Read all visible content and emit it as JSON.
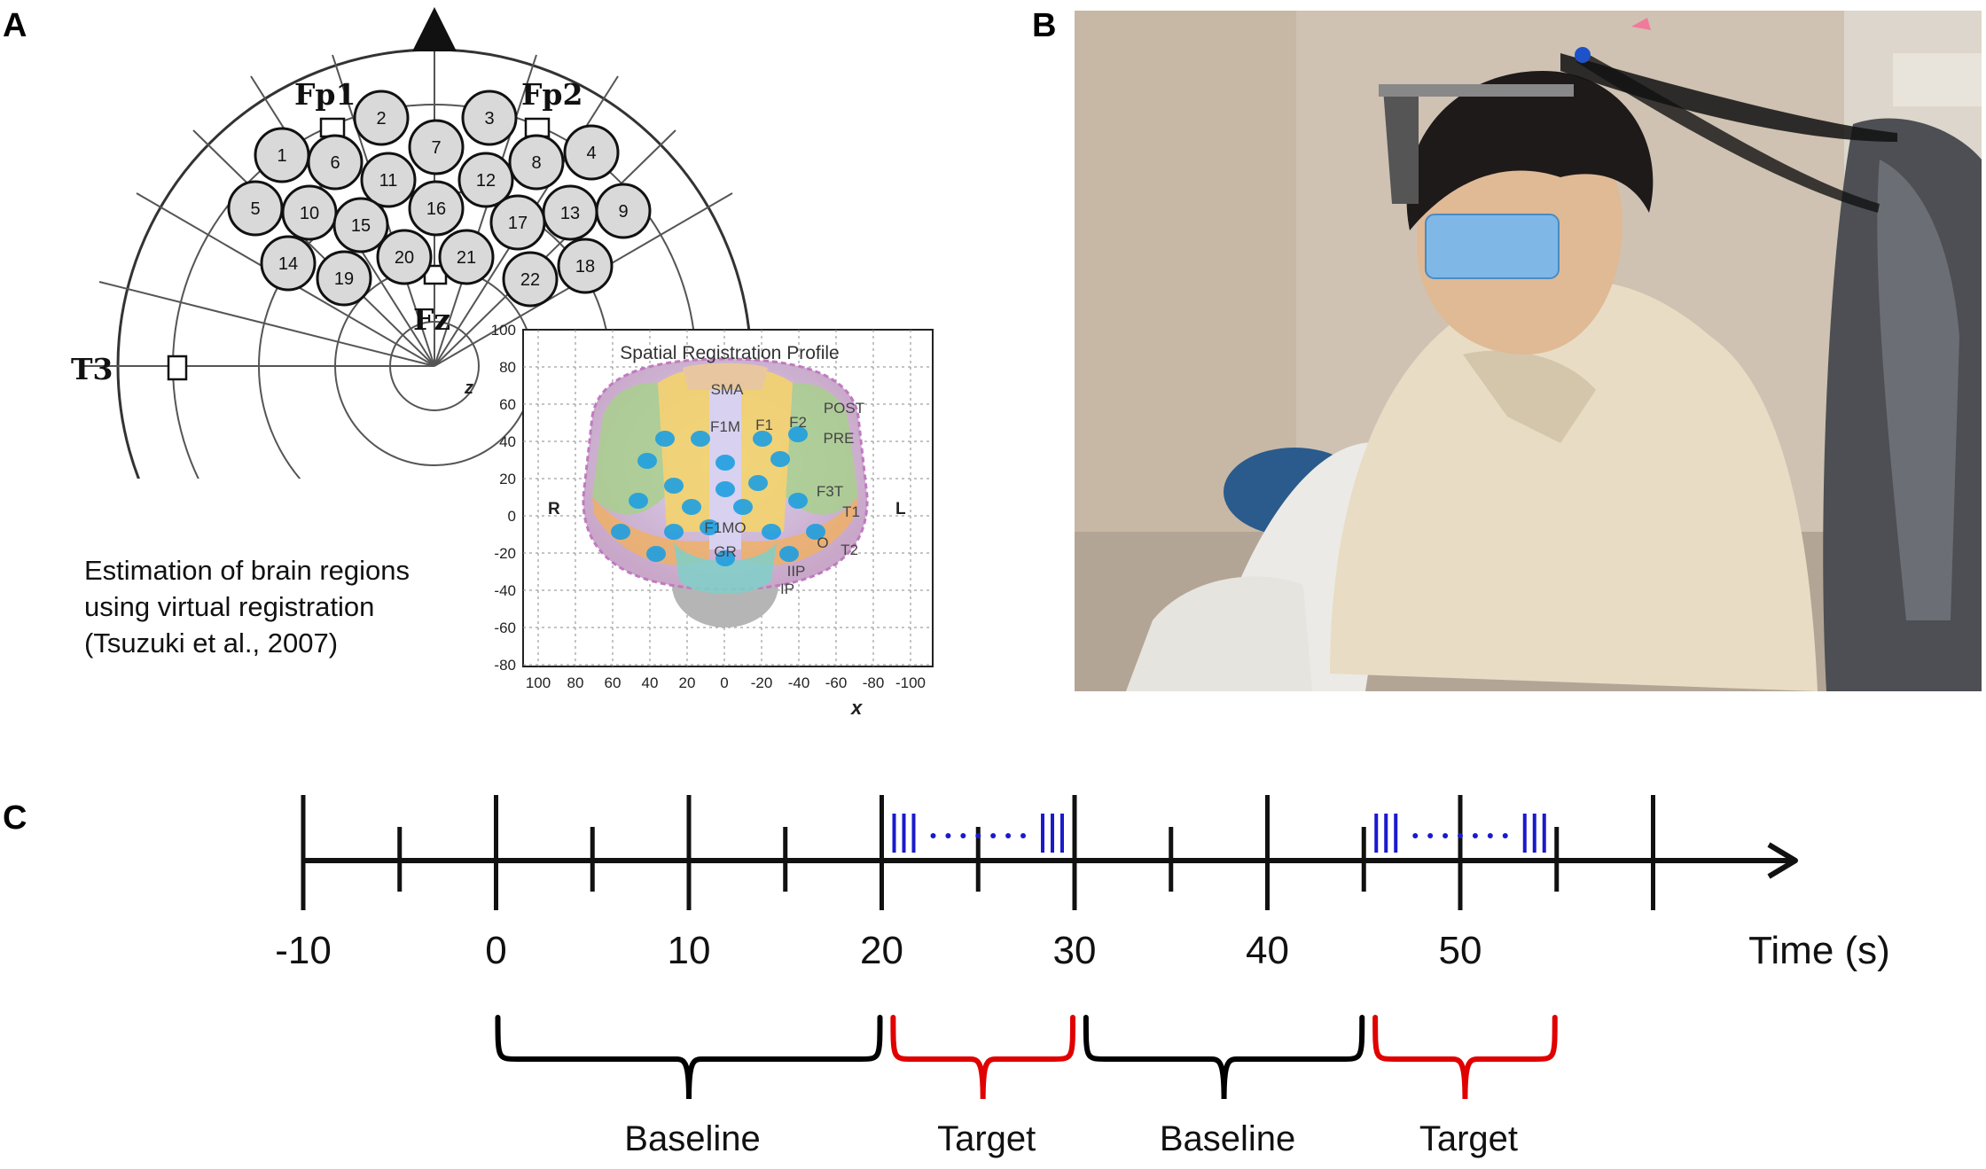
{
  "panels": {
    "a": "A",
    "b": "B",
    "c": "C"
  },
  "panel_a": {
    "landmarks": {
      "fp1": "Fp1",
      "fp2": "Fp2",
      "fz": "Fz",
      "t3": "T3"
    },
    "channels": [
      {
        "num": "1"
      },
      {
        "num": "2"
      },
      {
        "num": "3"
      },
      {
        "num": "4"
      },
      {
        "num": "5"
      },
      {
        "num": "6"
      },
      {
        "num": "7"
      },
      {
        "num": "8"
      },
      {
        "num": "9"
      },
      {
        "num": "10"
      },
      {
        "num": "11"
      },
      {
        "num": "12"
      },
      {
        "num": "13"
      },
      {
        "num": "14"
      },
      {
        "num": "15"
      },
      {
        "num": "16"
      },
      {
        "num": "17"
      },
      {
        "num": "18"
      },
      {
        "num": "19"
      },
      {
        "num": "20"
      },
      {
        "num": "21"
      },
      {
        "num": "22"
      }
    ],
    "caption_lines": [
      "Estimation of brain regions",
      "using virtual registration",
      "(Tsuzuki et al., 2007)"
    ],
    "registration_profile": {
      "title": "Spatial Registration Profile",
      "z_label": "z",
      "x_label": "x",
      "left_side": "R",
      "right_side": "L",
      "z_ticks": [
        "100",
        "80",
        "60",
        "40",
        "20",
        "0",
        "-20",
        "-40",
        "-60",
        "-80"
      ],
      "x_ticks": [
        "100",
        "80",
        "60",
        "40",
        "20",
        "0",
        "-20",
        "-40",
        "-60",
        "-80",
        "-100"
      ],
      "region_labels": [
        {
          "id": "sma",
          "text": "SMA"
        },
        {
          "id": "f1m",
          "text": "F1M"
        },
        {
          "id": "f1",
          "text": "F1"
        },
        {
          "id": "f2",
          "text": "F2"
        },
        {
          "id": "post",
          "text": "POST"
        },
        {
          "id": "pre",
          "text": "PRE"
        },
        {
          "id": "f3t",
          "text": "F3T"
        },
        {
          "id": "t1",
          "text": "T1"
        },
        {
          "id": "f1mo",
          "text": "F1MO"
        },
        {
          "id": "gr",
          "text": "GR"
        },
        {
          "id": "o",
          "text": "O"
        },
        {
          "id": "t2",
          "text": "T2"
        },
        {
          "id": "iip",
          "text": "IIP"
        },
        {
          "id": "ip",
          "text": "IP"
        }
      ]
    }
  },
  "panel_c": {
    "tick_labels": [
      "-10",
      "0",
      "10",
      "20",
      "30",
      "40",
      "50"
    ],
    "axis_label": "Time (s)",
    "periods": [
      {
        "label": "Baseline",
        "color": "#000000"
      },
      {
        "label": "Target",
        "color": "#e00000"
      },
      {
        "label": "Baseline",
        "color": "#000000"
      },
      {
        "label": "Target",
        "color": "#e00000"
      }
    ],
    "stimulus_color": "#1a1acc"
  }
}
